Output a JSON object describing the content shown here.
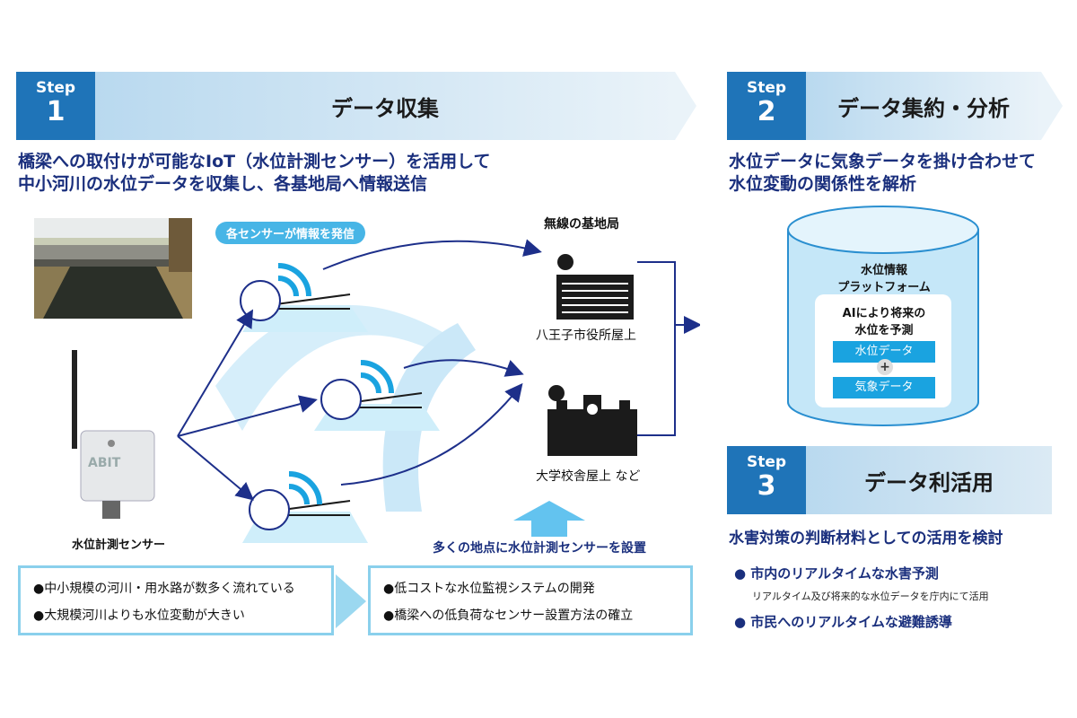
{
  "steps": [
    {
      "step_label": "Step",
      "number": "1",
      "title": "データ収集"
    },
    {
      "step_label": "Step",
      "number": "2",
      "title": "データ集約・分析"
    },
    {
      "step_label": "Step",
      "number": "3",
      "title": "データ利活用"
    }
  ],
  "step1": {
    "heading_line1": "橋梁への取付けが可能なIoT（水位計測センサー）を活用して",
    "heading_line2": "中小河川の水位データを収集し、各基地局へ情報送信",
    "pill": "各センサーが情報を発信",
    "sensor_label": "水位計測センサー",
    "base_station_title": "無線の基地局",
    "station_city": "八王子市役所屋上",
    "station_univ": "大学校舎屋上 など",
    "install_label": "多くの地点に水位計測センサーを設置",
    "box_left": [
      "●中小規模の河川・用水路が数多く流れている",
      "●大規模河川よりも水位変動が大きい"
    ],
    "box_right": [
      "●低コストな水位監視システムの開発",
      "●橋梁への低負荷なセンサー設置方法の確立"
    ],
    "sensor_brand": "ABIT"
  },
  "step2": {
    "heading_line1": "水位データに気象データを掛け合わせて",
    "heading_line2": "水位変動の関係性を解析",
    "platform_line1": "水位情報",
    "platform_line2": "プラットフォーム",
    "predict_line1": "AIにより将来の",
    "predict_line2": "水位を予測",
    "chip1": "水位データ",
    "plus": "+",
    "chip2": "気象データ"
  },
  "step3": {
    "heading": "水害対策の判断材料としての活用を検討",
    "item1": "● 市内のリアルタイムな水害予測",
    "item1_sub": "リアルタイム及び将来的な水位データを庁内にて活用",
    "item2": "● 市民へのリアルタイムな避難誘導"
  },
  "colors": {
    "accent": "#1f74b8",
    "navy": "#1a2f7d",
    "light_blue": "#8ad0ec",
    "chip": "#1aa3e0"
  }
}
